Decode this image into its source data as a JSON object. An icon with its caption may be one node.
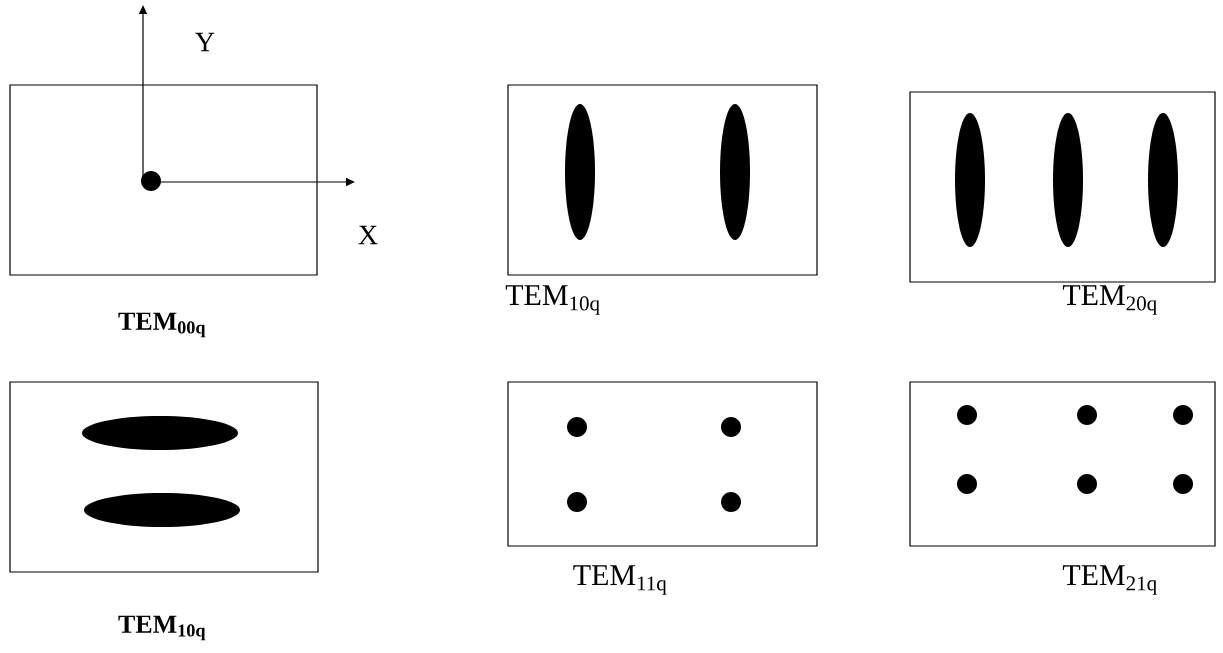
{
  "diagram": {
    "nodes": [
      {
        "text": [],
        "shape": "box",
        "beside": [
          "TEM$_{00q}$"
        ]
      },
      {
        "text": [],
        "shape": "box",
        "beside": [
          "TEM$_{10q}$"
        ]
      },
      {
        "text": [],
        "shape": "box",
        "beside": [
          "TEM$_{20q}$"
        ]
      },
      {
        "text": [],
        "shape": "box",
        "beside": [
          "TEM$_{10q}$"
        ]
      },
      {
        "text": [],
        "shape": "box",
        "beside": [
          "TEM$_{11q}$"
        ]
      },
      {
        "text": [],
        "shape": "box",
        "beside": [
          "TEM$_{21q}$"
        ]
      }
    ],
    "labels": [
      "Y",
      "X"
    ]
  }
}
